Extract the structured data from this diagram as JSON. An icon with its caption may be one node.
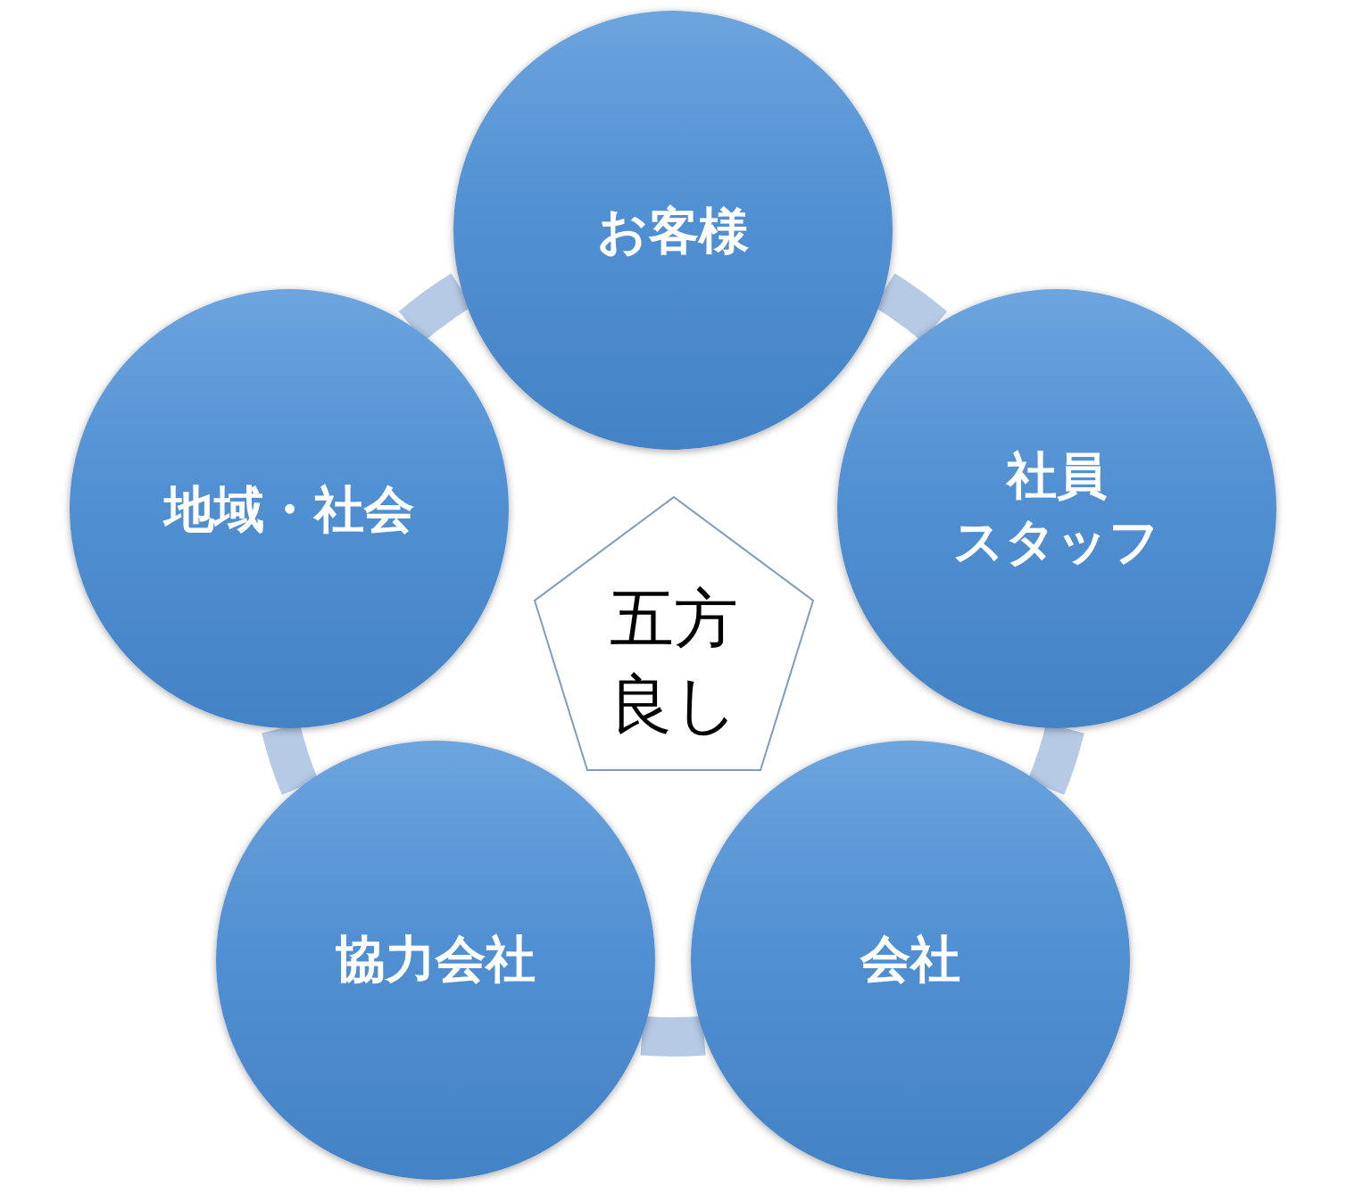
{
  "diagram": {
    "nodes": [
      {
        "text": [
          "お客様"
        ]
      },
      {
        "text": [
          "社員",
          "スタッフ"
        ]
      },
      {
        "text": [
          "会社"
        ]
      },
      {
        "text": [
          "協力会社"
        ]
      },
      {
        "text": [
          "地域・社会"
        ]
      },
      {
        "text": [
          "五方良し"
        ]
      }
    ],
    "edges": [
      {
        "from": 0,
        "to": 1,
        "arrow": "none"
      },
      {
        "from": 1,
        "to": 2,
        "arrow": "none"
      },
      {
        "from": 2,
        "to": 3,
        "arrow": "none"
      },
      {
        "from": 3,
        "to": 4,
        "arrow": "none"
      },
      {
        "from": 4,
        "to": 0,
        "arrow": "none"
      }
    ]
  }
}
